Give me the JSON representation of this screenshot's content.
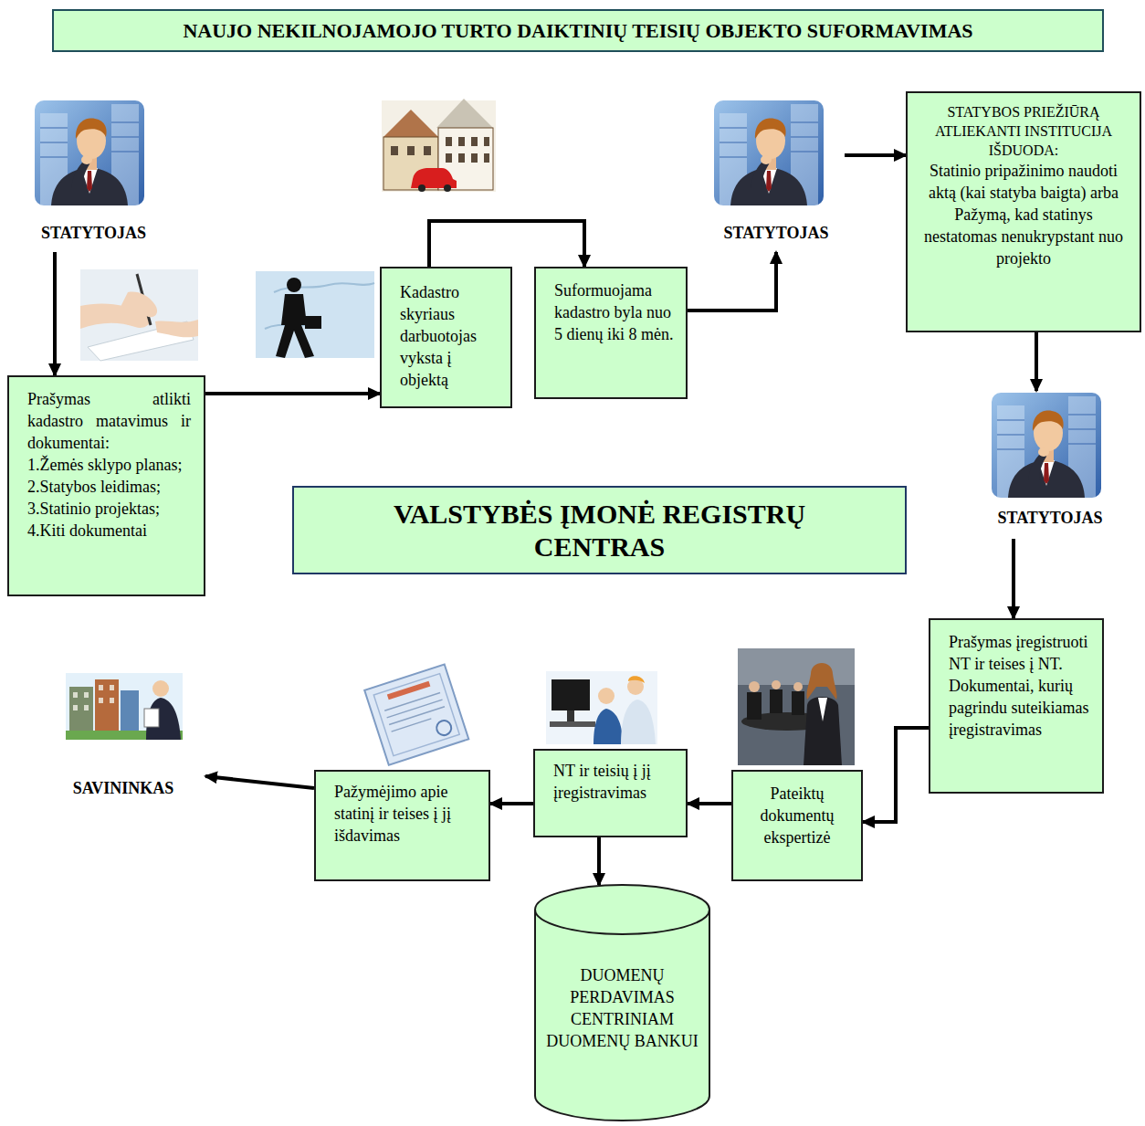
{
  "diagram": {
    "title": "NAUJO NEKILNOJAMOJO TURTO DAIKTINIŲ TEISIŲ OBJEKTO SUFORMAVIMAS",
    "nodes": [
      {
        "text": [
          "STATYTOJAS"
        ]
      },
      {
        "text": [
          "Prašymas atlikti kadastro matavimus ir dokumentai:",
          "1.Žemės sklypo planas;",
          "2.Statybos leidimas;",
          "3.Statinio projektas;",
          "4.Kiti dokumentai"
        ]
      },
      {
        "text": [
          "Kadastro skyriaus darbuotojas vyksta į objektą"
        ]
      },
      {
        "text": [
          "Suformuojama kadastro byla nuo 5 dienų iki 8 mėn."
        ]
      },
      {
        "text": [
          "STATYTOJAS"
        ]
      },
      {
        "text": [
          "STATYBOS PRIEŽIŪRĄ ATLIEKANTI INSTITUCIJA IŠDUODA:",
          "Statinio pripažinimo naudoti aktą (kai statyba baigta) arba Pažymą, kad statinys nestatomas nenukrypstant nuo projekto"
        ]
      },
      {
        "text": [
          "STATYTOJAS"
        ]
      },
      {
        "text": [
          "Prašymas įregistruoti NT ir teises į NT.",
          "Dokumentai, kurių pagrindu suteikiamas įregistravimas"
        ]
      },
      {
        "text": [
          "Pateiktų dokumentų ekspertizė"
        ]
      },
      {
        "text": [
          "NT ir teisių į jį įregistravimas"
        ]
      },
      {
        "text": [
          "Pažymėjimo apie statinį ir teises į jį išdavimas"
        ]
      },
      {
        "text": [
          "SAVININKAS"
        ]
      },
      {
        "text": [
          "DUOMENŲ PERDAVIMAS CENTRINIAM DUOMENŲ BANKUI"
        ]
      },
      {
        "text": [
          "VALSTYBĖS ĮMONĖ REGISTRŲ CENTRAS"
        ]
      }
    ],
    "edges": [
      {
        "from": 0,
        "to": 1,
        "arrow": "to"
      },
      {
        "from": 1,
        "to": 2,
        "arrow": "to"
      },
      {
        "from": 2,
        "to": 3,
        "arrow": "to"
      },
      {
        "from": 3,
        "to": 4,
        "arrow": "to"
      },
      {
        "from": 4,
        "to": 5,
        "arrow": "to"
      },
      {
        "from": 5,
        "to": 6,
        "arrow": "to"
      },
      {
        "from": 6,
        "to": 7,
        "arrow": "to"
      },
      {
        "from": 7,
        "to": 8,
        "arrow": "to"
      },
      {
        "from": 8,
        "to": 9,
        "arrow": "to"
      },
      {
        "from": 9,
        "to": 10,
        "arrow": "to"
      },
      {
        "from": 10,
        "to": 11,
        "arrow": "to"
      },
      {
        "from": 9,
        "to": 12,
        "arrow": "to"
      }
    ]
  }
}
